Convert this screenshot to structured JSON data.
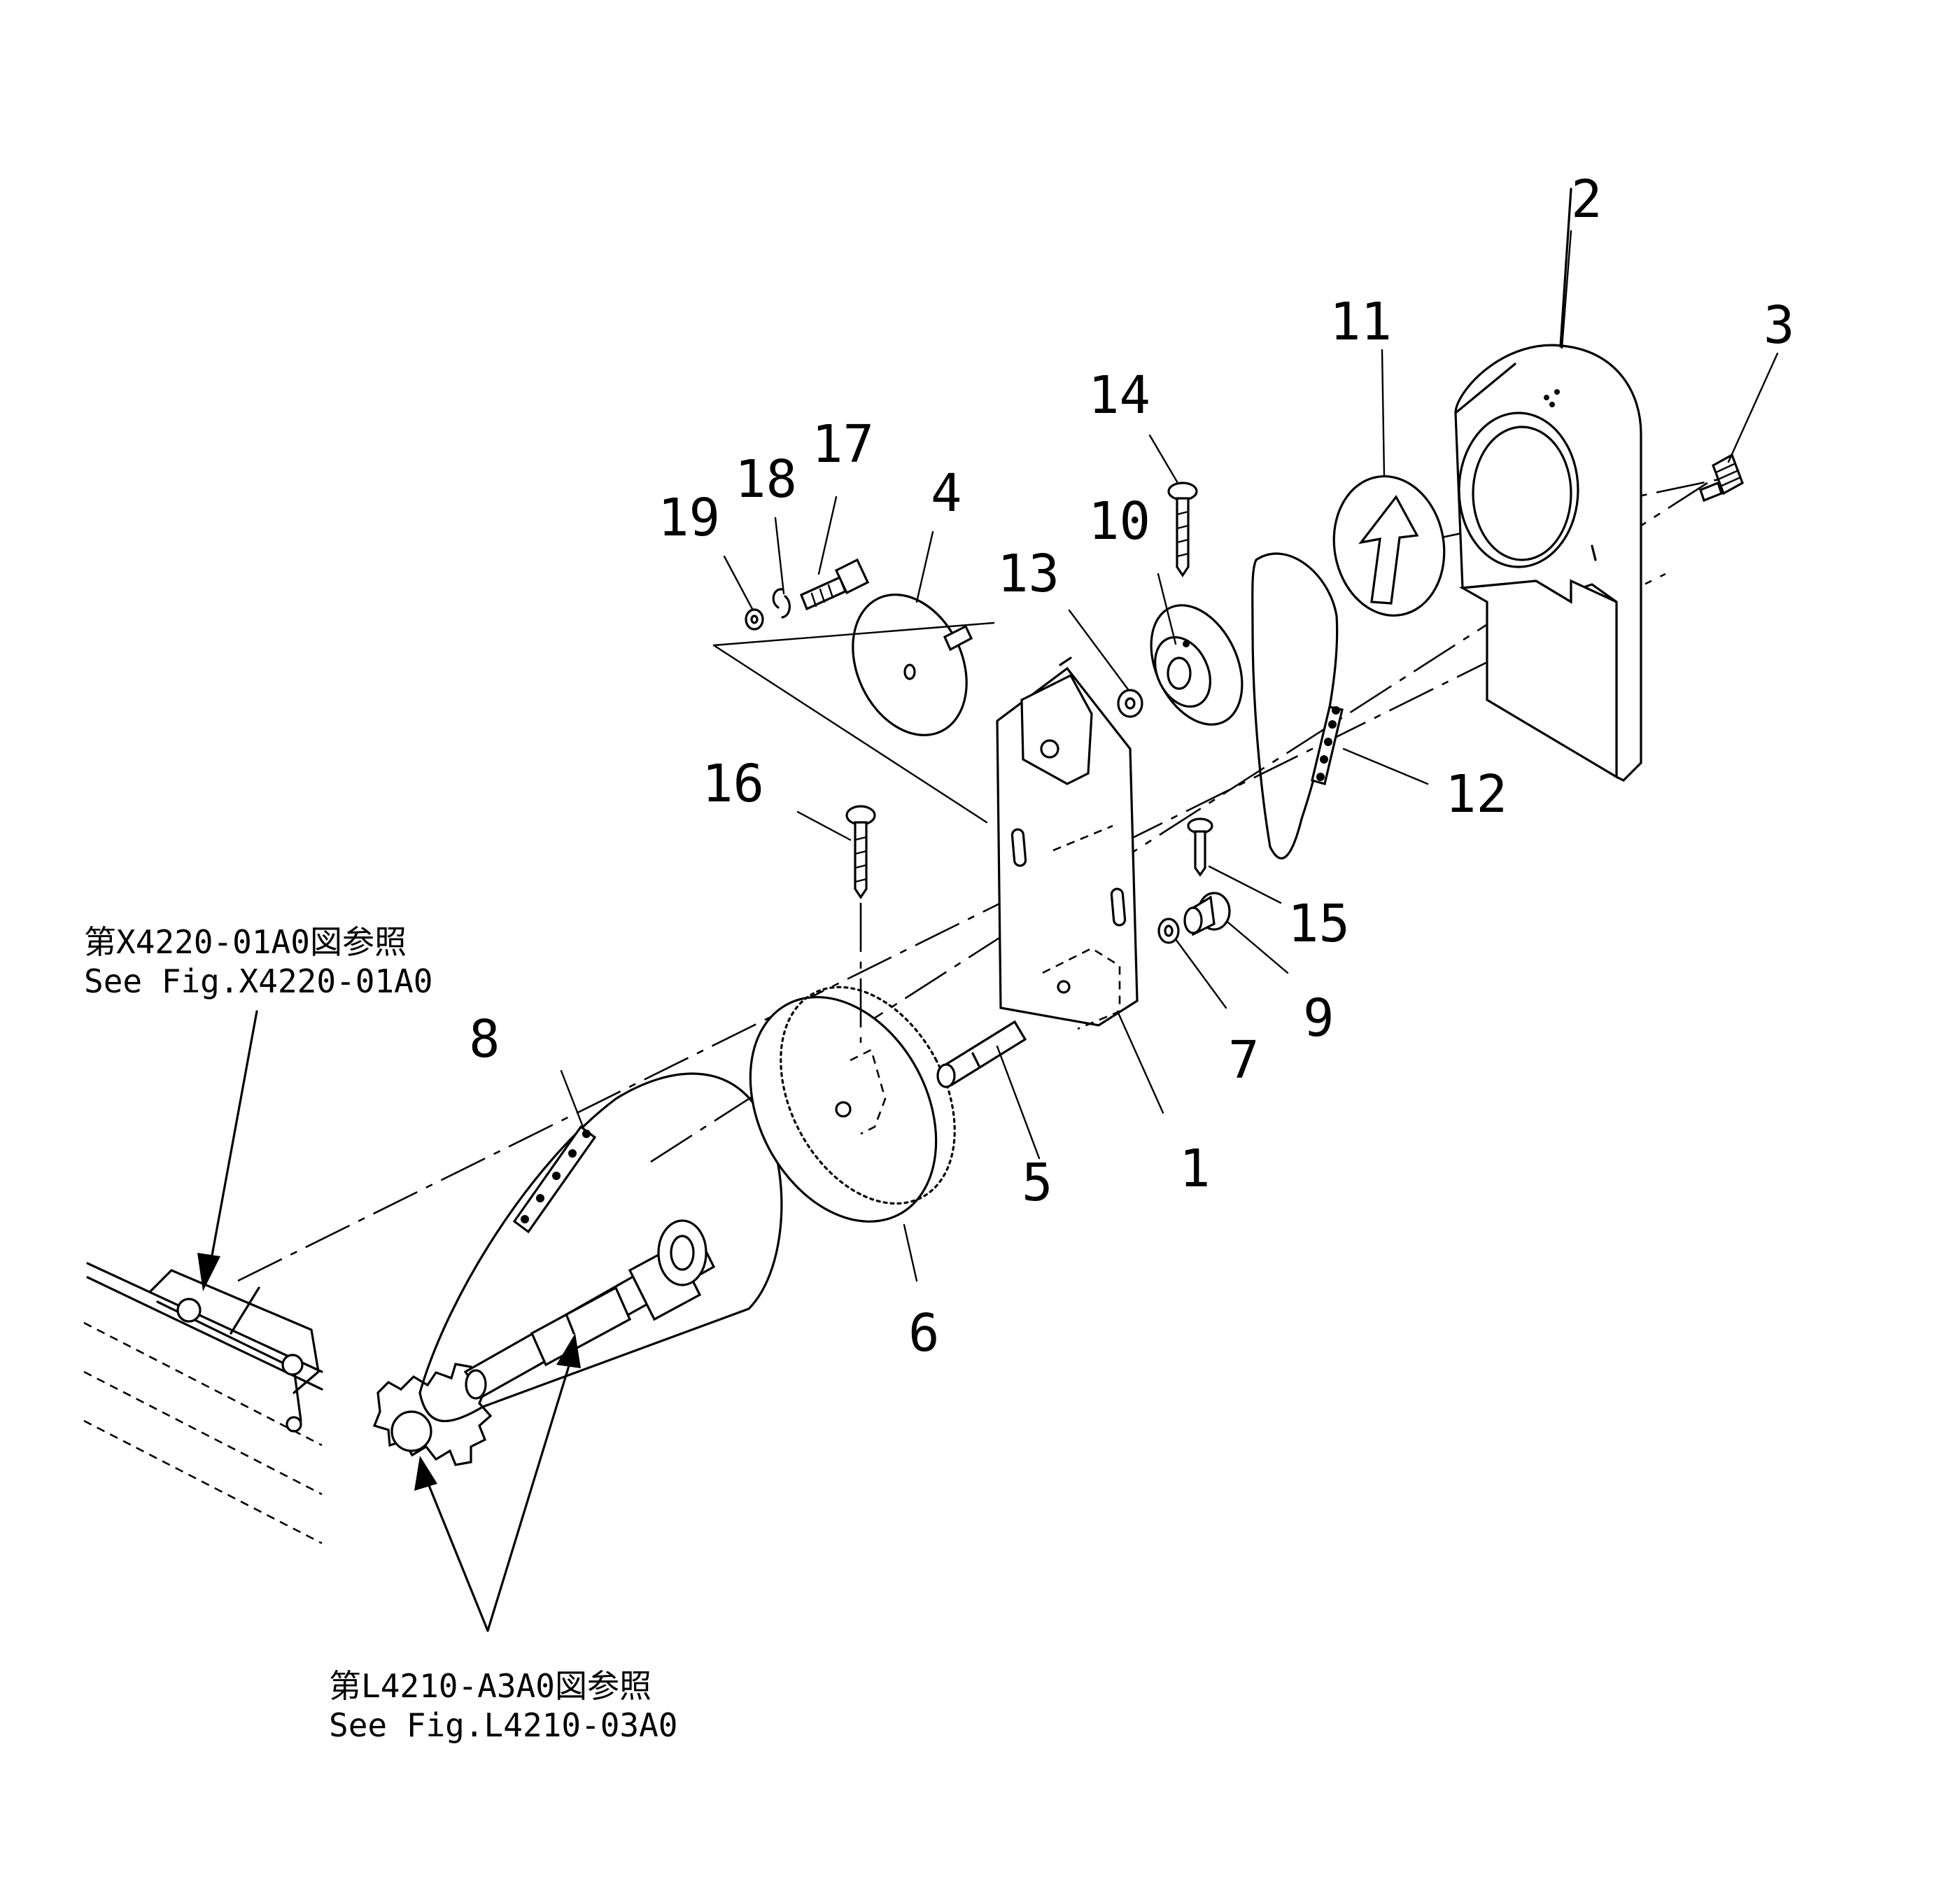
{
  "callouts": {
    "c1": "1",
    "c2": "2",
    "c3": "3",
    "c4": "4",
    "c5": "5",
    "c6": "6",
    "c7": "7",
    "c8": "8",
    "c9": "9",
    "c10": "10",
    "c11": "11",
    "c12": "12",
    "c13": "13",
    "c14": "14",
    "c15": "15",
    "c16": "16",
    "c17": "17",
    "c18": "18",
    "c19": "19"
  },
  "references": {
    "upper_ja": "第X4220-01A0図参照",
    "upper_en": "See Fig.X4220-01A0",
    "lower_ja": "第L4210-A3A0図参照",
    "lower_en": "See Fig.L4210-03A0"
  }
}
